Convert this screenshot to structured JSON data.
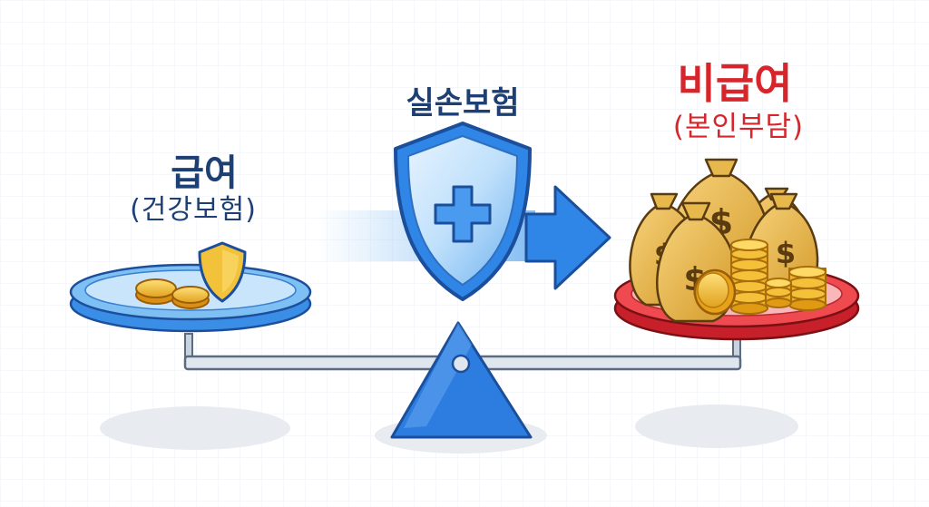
{
  "labels": {
    "left_title": "급여",
    "left_subtitle": "(건강보험)",
    "center_title": "실손보험",
    "right_title": "비급여",
    "right_subtitle": "(본인부담)"
  },
  "colors": {
    "navy_text": "#1d3f73",
    "red_text": "#d6262b",
    "blue_accent": "#2f86e6",
    "gold": "#f2c23a"
  },
  "icons": [
    "shield-icon",
    "cross-icon",
    "arrow-icon",
    "coin-icon",
    "money-bag-icon",
    "dollar-sign-icon"
  ]
}
